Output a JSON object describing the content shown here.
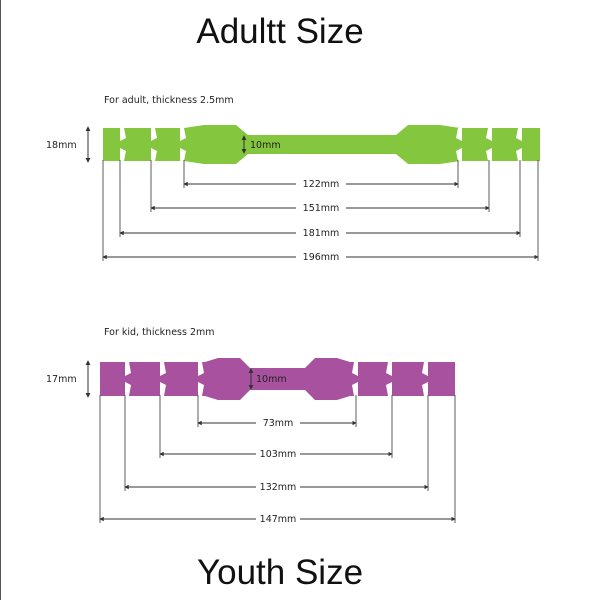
{
  "titles": {
    "top": "Adultt Size",
    "bottom": "Youth Size"
  },
  "colors": {
    "adult_strap": "#84c63e",
    "youth_strap": "#a8529f",
    "dimension_line": "#333333"
  },
  "adult": {
    "caption": "For adult, thickness 2.5mm",
    "height_label": "18mm",
    "neck_label": "10mm",
    "dimensions": [
      "122mm",
      "151mm",
      "181mm",
      "196mm"
    ]
  },
  "youth": {
    "caption": "For kid, thickness 2mm",
    "height_label": "17mm",
    "neck_label": "10mm",
    "dimensions": [
      "73mm",
      "103mm",
      "132mm",
      "147mm"
    ]
  }
}
